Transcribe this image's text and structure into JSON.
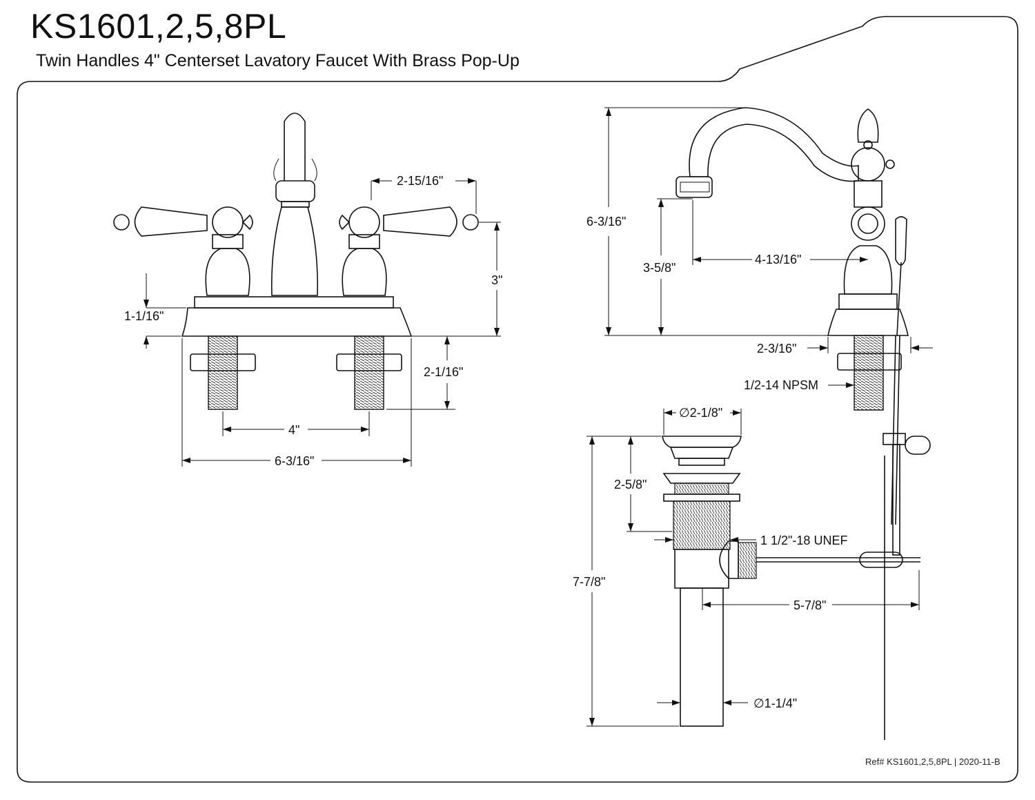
{
  "header": {
    "model": "KS1601,2,5,8PL",
    "subtitle": "Twin Handles 4\" Centerset Lavatory Faucet With Brass Pop-Up"
  },
  "front_view": {
    "dims": {
      "handle_spread": "2-15/16\"",
      "handle_height": "3\"",
      "base_height": "1-1/16\"",
      "shank_length": "2-1/16\"",
      "center_spacing": "4\"",
      "overall_width": "6-3/16\""
    }
  },
  "side_view": {
    "dims": {
      "overall_height": "6-3/16\"",
      "spout_height": "3-5/8\"",
      "spout_reach": "4-13/16\"",
      "base_width": "2-3/16\"",
      "connection": "1/2-14 NPSM"
    }
  },
  "popup_view": {
    "dims": {
      "flange_diameter": "∅2-1/8\"",
      "flange_height": "2-5/8\"",
      "overall_length": "7-7/8\"",
      "thread": "1 1/2\"-18 UNEF",
      "rod_length": "5-7/8\"",
      "tailpiece_diameter": "∅1-1/4\""
    }
  },
  "footer": {
    "ref": "Ref# KS1601,2,5,8PL | 2020-11-B"
  }
}
